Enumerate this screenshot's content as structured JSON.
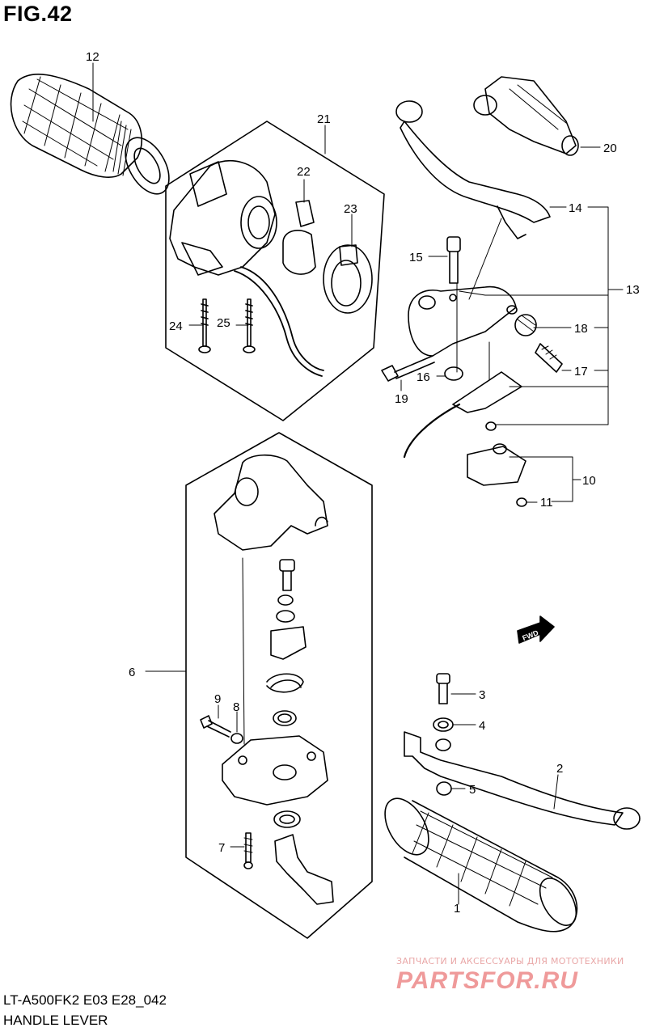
{
  "figure": {
    "title": "FIG.42",
    "model_code": "LT-A500FK2 E03 E28_042",
    "section_name": "HANDLE LEVER"
  },
  "watermark": {
    "tagline": "ЗАПЧАСТИ И АКСЕССУАРЫ ДЛЯ МОТОТЕХНИКИ",
    "logo_text": "PARTSFOR.RU",
    "color": "#ef9a9a"
  },
  "direction_badge": "FWD",
  "callouts": {
    "c1": "1",
    "c2": "2",
    "c3": "3",
    "c4": "4",
    "c5": "5",
    "c6": "6",
    "c7": "7",
    "c8": "8",
    "c9": "9",
    "c10": "10",
    "c11": "11",
    "c12": "12",
    "c13": "13",
    "c14": "14",
    "c15": "15",
    "c16": "16",
    "c17": "17",
    "c18": "18",
    "c19": "19",
    "c20": "20",
    "c21": "21",
    "c22": "22",
    "c23": "23",
    "c24": "24",
    "c25": "25"
  }
}
